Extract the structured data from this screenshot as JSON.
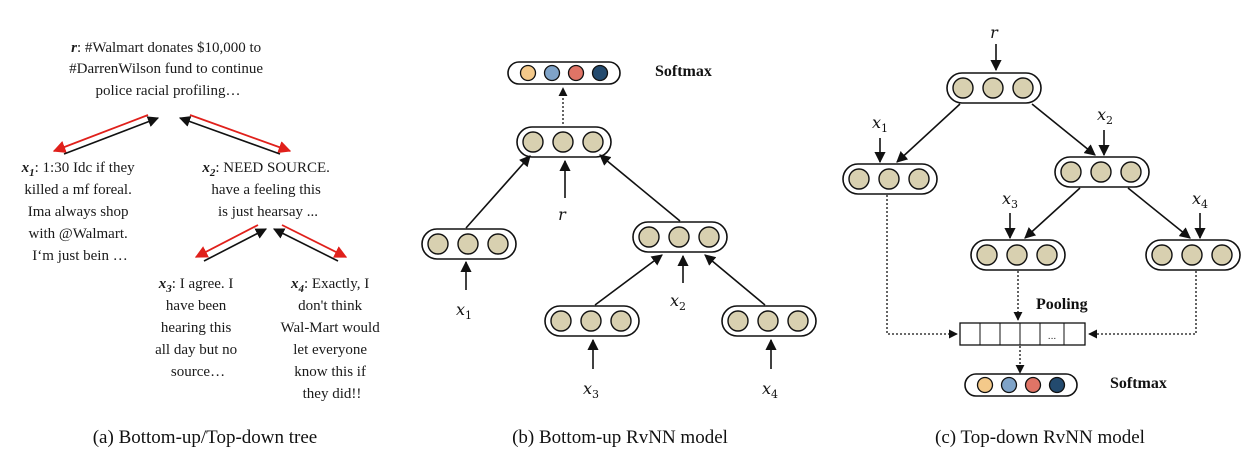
{
  "panel_a": {
    "caption": "(a)  Bottom-up/Top-down tree",
    "root": {
      "id": "r",
      "lines": [
        ": #Walmart donates $10,000 to",
        "#DarrenWilson fund to continue",
        "police racial profiling…"
      ]
    },
    "x1": {
      "id": "x",
      "sub": "1",
      "lines": [
        ": 1:30 Idc if they",
        "killed a mf foreal.",
        "Ima always shop",
        "with @Walmart.",
        "I‘m just bein …"
      ]
    },
    "x2": {
      "id": "x",
      "sub": "2",
      "lines": [
        ": NEED SOURCE.",
        "have a feeling this",
        "is just hearsay ..."
      ]
    },
    "x3": {
      "id": "x",
      "sub": "3",
      "lines": [
        ": I agree. I",
        "have been",
        "hearing this",
        "all day but no",
        "source…"
      ]
    },
    "x4": {
      "id": "x",
      "sub": "4",
      "lines": [
        ": Exactly, I",
        "don't think",
        "Wal-Mart would",
        "let everyone",
        "know this if",
        "they did!!"
      ]
    },
    "colors": {
      "red_arrow": "#e0201b",
      "black_arrow": "#111111"
    }
  },
  "panel_b": {
    "caption": "(b)  Bottom-up RvNN model",
    "softmax_label": "Softmax",
    "labels": {
      "r": "r",
      "x1": "x",
      "x1_sub": "1",
      "x2": "x",
      "x2_sub": "2",
      "x3": "x",
      "x3_sub": "3",
      "x4": "x",
      "x4_sub": "4"
    }
  },
  "panel_c": {
    "caption": "(c)  Top-down RvNN model",
    "softmax_label": "Softmax",
    "pooling_label": "Pooling",
    "pool_ellipsis": "...",
    "labels": {
      "r": "r",
      "x1": "x",
      "x1_sub": "1",
      "x2": "x",
      "x2_sub": "2",
      "x3": "x",
      "x3_sub": "3",
      "x4": "x",
      "x4_sub": "4"
    }
  },
  "softmax_colors": [
    "#f4c98a",
    "#7fa3c8",
    "#e07466",
    "#234a6e"
  ],
  "unit_color": "#d8d0b0"
}
